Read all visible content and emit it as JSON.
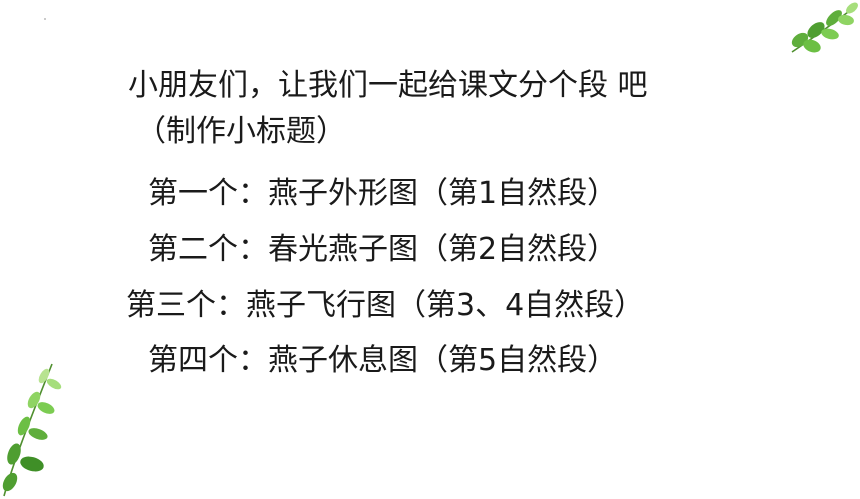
{
  "heading": {
    "line1": "小朋友们，让我们一起给课文分个段 吧",
    "line2": "（制作小标题）"
  },
  "items": [
    "第一个：燕子外形图（第1自然段）",
    "第二个：春光燕子图（第2自然段）",
    "第三个：燕子飞行图（第3、4自然段）",
    "第四个：燕子休息图（第5自然段）"
  ],
  "decorations": {
    "top_right": "leaf-branch-icon",
    "bottom_left": "leaf-branch-icon",
    "leaf_color": "#5fae3c"
  }
}
